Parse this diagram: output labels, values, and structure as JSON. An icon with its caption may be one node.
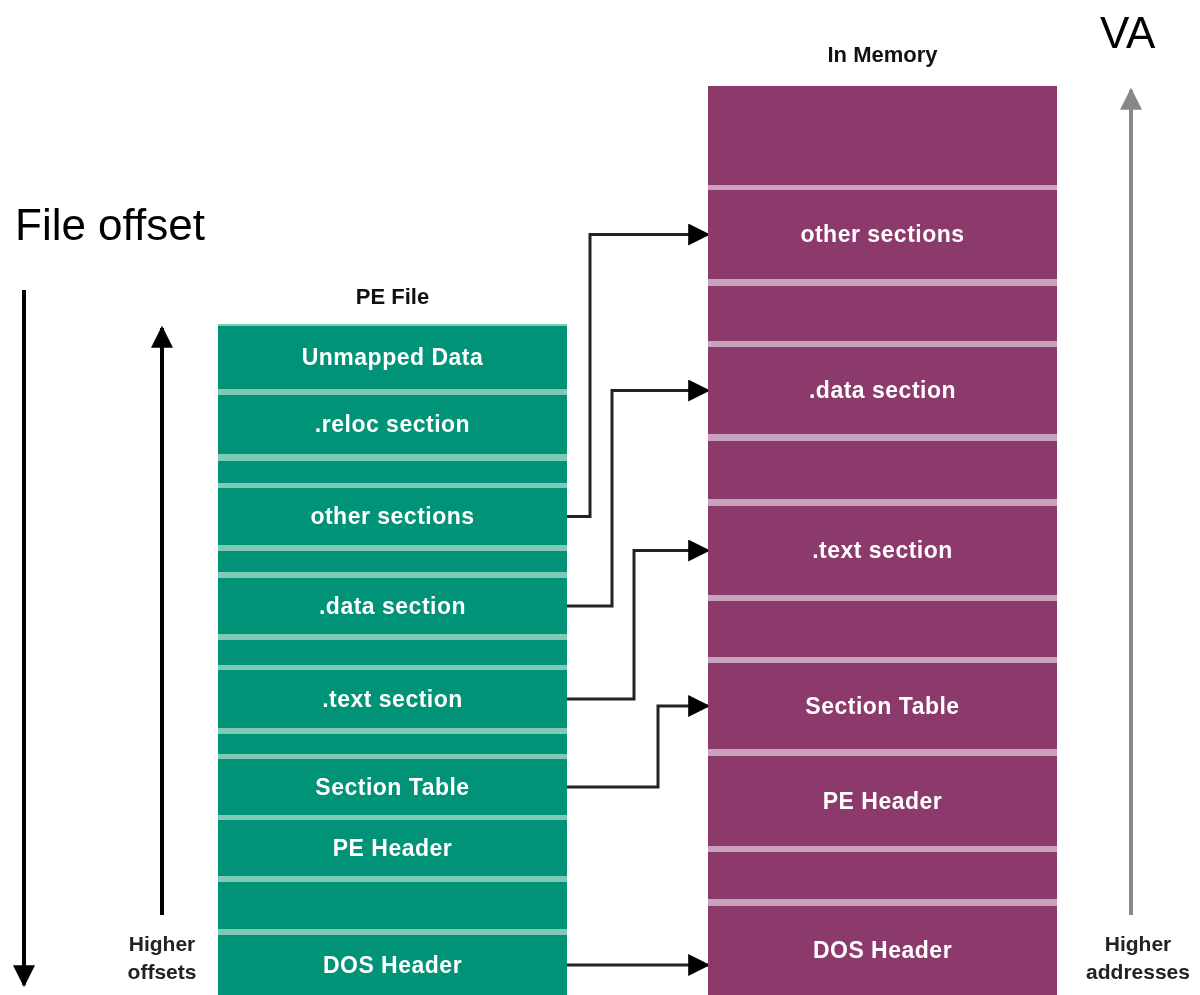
{
  "diagram": {
    "nodes": [
      {
        "text": [
          "PE File"
        ]
      },
      {
        "text": [
          "Unmapped Data"
        ],
        "in": 0
      },
      {
        "text": [
          ".reloc section"
        ],
        "in": 0
      },
      {
        "text": [],
        "shape": "box",
        "in": 0
      },
      {
        "text": [
          "other sections"
        ],
        "in": 0
      },
      {
        "text": [],
        "shape": "box",
        "in": 0
      },
      {
        "text": [
          ".data section"
        ],
        "in": 0
      },
      {
        "text": [],
        "shape": "box",
        "in": 0
      },
      {
        "text": [
          ".text section"
        ],
        "in": 0
      },
      {
        "text": [],
        "shape": "box",
        "in": 0
      },
      {
        "text": [
          "Section Table"
        ],
        "in": 0
      },
      {
        "text": [
          "PE Header"
        ],
        "in": 0
      },
      {
        "text": [],
        "shape": "box",
        "in": 0
      },
      {
        "text": [
          "DOS Header"
        ],
        "in": 0
      },
      {
        "text": [
          "In Memory"
        ]
      },
      {
        "text": [],
        "shape": "box",
        "in": 14
      },
      {
        "text": [
          "other sections"
        ],
        "in": 14
      },
      {
        "text": [],
        "shape": "box",
        "in": 14
      },
      {
        "text": [
          ".data section"
        ],
        "in": 14
      },
      {
        "text": [],
        "shape": "box",
        "in": 14
      },
      {
        "text": [
          ".text section"
        ],
        "in": 14
      },
      {
        "text": [],
        "shape": "box",
        "in": 14
      },
      {
        "text": [
          "Section Table"
        ],
        "in": 14
      },
      {
        "text": [
          "PE Header"
        ],
        "in": 14
      },
      {
        "text": [],
        "shape": "box",
        "in": 14
      },
      {
        "text": [
          "DOS Header"
        ],
        "in": 14
      }
    ],
    "edges": [
      {
        "from": 4,
        "to": 16,
        "arrow": "to"
      },
      {
        "from": 6,
        "to": 18,
        "arrow": "to"
      },
      {
        "from": 8,
        "to": 20,
        "arrow": "to"
      },
      {
        "from": 10,
        "to": 22,
        "arrow": "to"
      },
      {
        "from": 13,
        "to": 25,
        "arrow": "to"
      }
    ],
    "labels": [
      "VA",
      "File offset",
      "Higher offsets",
      "Higher addresses"
    ]
  }
}
